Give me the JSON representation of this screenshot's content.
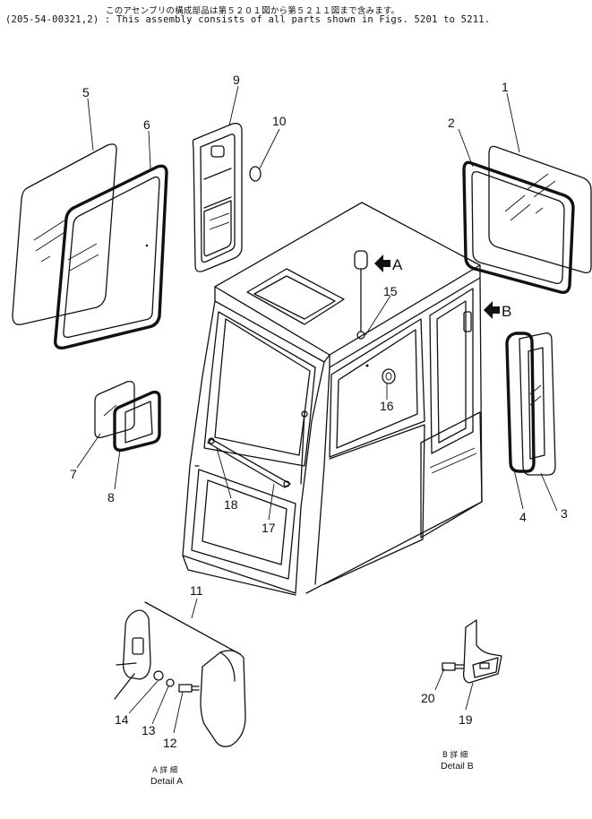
{
  "header": {
    "japanese_note": "このアセンブリの構成部品は第５２０１図から第５２１１図まで含みます。",
    "english_note": "(205-54-00321,2) : This assembly consists of all parts shown in Figs. 5201 to 5211."
  },
  "callouts": {
    "p1": "1",
    "p2": "2",
    "p3": "3",
    "p4": "4",
    "p5": "5",
    "p6": "6",
    "p7": "7",
    "p8": "8",
    "p9": "9",
    "p10": "10",
    "p11": "11",
    "p12": "12",
    "p13": "13",
    "p14": "14",
    "p15": "15",
    "p16": "16",
    "p17": "17",
    "p18": "18",
    "p19": "19",
    "p20": "20"
  },
  "view_markers": {
    "a": "A",
    "b": "B"
  },
  "details": {
    "a_jp": "A 詳 細",
    "a_en": "Detail A",
    "b_jp": "B 詳 細",
    "b_en": "Detail B"
  }
}
